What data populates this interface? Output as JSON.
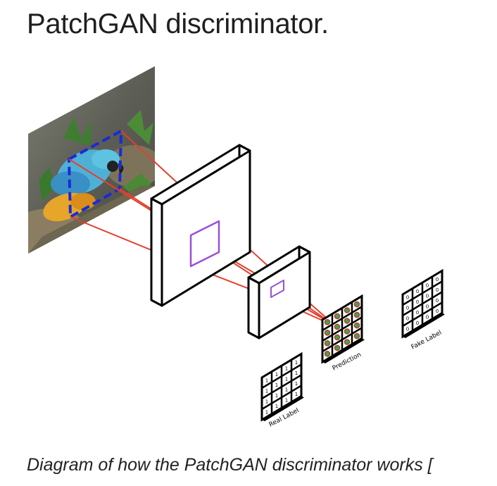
{
  "page": {
    "title": "PatchGAN discriminator.",
    "caption_text": "Diagram of how the PatchGAN discriminator works ",
    "caption_link": "["
  },
  "diagram": {
    "colors": {
      "receptive_line": "#e2412c",
      "patch_box": "#1a2bd6",
      "feature_square": "#9b4fd6",
      "prediction_dot_fill": "#3aa84a",
      "prediction_dot_ring": "#c0392b"
    },
    "labels": {
      "prediction": "Prediction",
      "real": "Real Label",
      "fake": "Fake Label"
    },
    "real_grid_values": [
      [
        "1",
        "1",
        "1",
        "1"
      ],
      [
        "1",
        "1",
        "1",
        "1"
      ],
      [
        "1",
        "1",
        "1",
        "1"
      ],
      [
        "1",
        "1",
        "1",
        "1"
      ]
    ],
    "fake_grid_values": [
      [
        "0",
        "0",
        "0",
        "0"
      ],
      [
        "0",
        "0",
        "0",
        "0"
      ],
      [
        "0",
        "0",
        "0",
        "0"
      ],
      [
        "0",
        "0",
        "0",
        "0"
      ]
    ]
  }
}
